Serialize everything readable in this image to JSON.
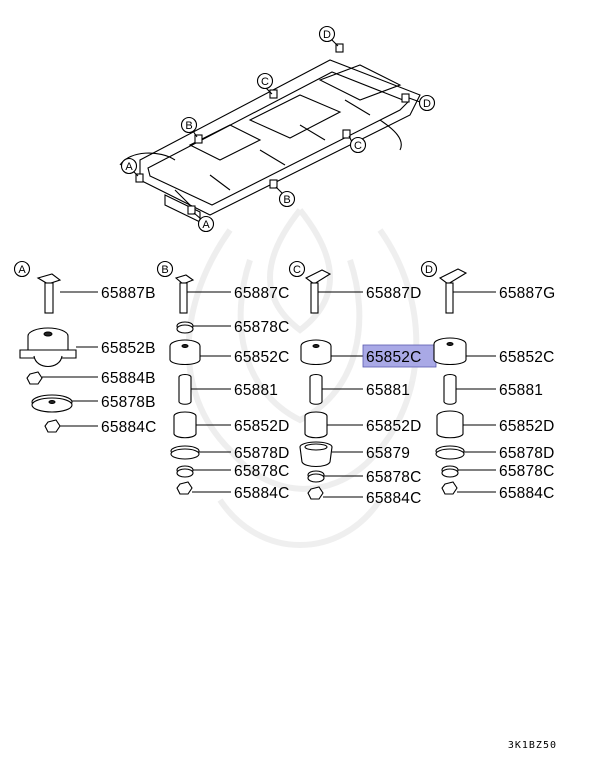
{
  "diagram": {
    "frame_callouts": [
      "D",
      "C",
      "D",
      "B",
      "C",
      "A",
      "B",
      "A"
    ],
    "columns": [
      {
        "letter": "A",
        "parts": [
          "65887B",
          "65852B",
          "65884B",
          "65878B",
          "65884C"
        ]
      },
      {
        "letter": "B",
        "parts": [
          "65887C",
          "65878C",
          "65852C",
          "65881",
          "65852D",
          "65878D",
          "65878C",
          "65884C"
        ]
      },
      {
        "letter": "C",
        "parts": [
          "65887D",
          "65852C",
          "65881",
          "65852D",
          "65879",
          "65878C",
          "65884C"
        ],
        "highlighted": "65852C"
      },
      {
        "letter": "D",
        "parts": [
          "65887G",
          "65852C",
          "65881",
          "65852D",
          "65878D",
          "65878C",
          "65884C"
        ]
      }
    ],
    "diagram_code": "3K1BZ50",
    "highlight_color": "#a9a9e6"
  }
}
